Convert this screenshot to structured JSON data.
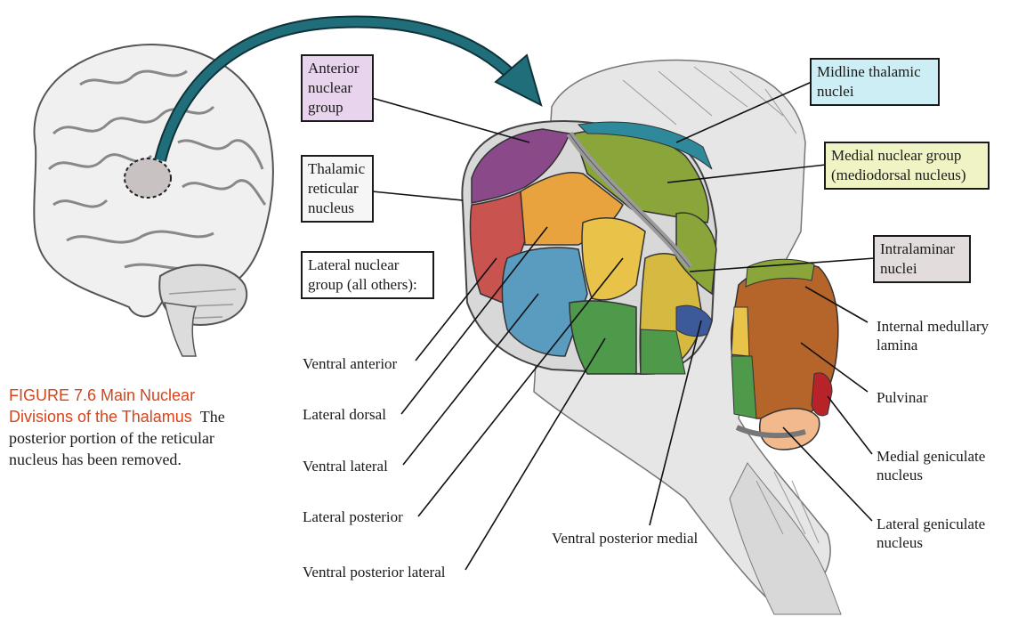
{
  "caption": {
    "title_line1": "FIGURE 7.6  Main Nuclear",
    "title_line2": "Divisions of the Thalamus",
    "text_line2": "The",
    "text_line3": "posterior portion of the reticular",
    "text_line4": "nucleus has been removed."
  },
  "boxes": {
    "anterior": {
      "lines": [
        "Anterior",
        "nuclear",
        "group"
      ],
      "color": "#e8d4ec"
    },
    "reticular": {
      "lines": [
        "Thalamic",
        "reticular",
        "nucleus"
      ],
      "color": "#f6f6f6"
    },
    "lateral_group": {
      "lines": [
        "Lateral nuclear",
        "group (all others):"
      ],
      "color": "#ffffff"
    },
    "midline": {
      "lines": [
        "Midline thalamic",
        "nuclei"
      ],
      "color": "#cdeef4"
    },
    "medial": {
      "lines": [
        "Medial nuclear group",
        "(mediodorsal nucleus)"
      ],
      "color": "#f0f3c4"
    },
    "intralaminar": {
      "lines": [
        "Intralaminar",
        "nuclei"
      ],
      "color": "#e2dcdc"
    }
  },
  "labels": {
    "ventral_anterior": "Ventral anterior",
    "lateral_dorsal": "Lateral dorsal",
    "ventral_lateral": "Ventral lateral",
    "lateral_posterior": "Lateral posterior",
    "ventral_posterior_lateral": "Ventral posterior lateral",
    "ventral_posterior_medial": "Ventral posterior medial",
    "internal_medullary_1": "Internal medullary",
    "internal_medullary_2": "lamina",
    "pulvinar": "Pulvinar",
    "medial_geniculate_1": "Medial geniculate",
    "medial_geniculate_2": "nucleus",
    "lateral_geniculate_1": "Lateral geniculate",
    "lateral_geniculate_2": "nucleus"
  },
  "colors": {
    "arrow": "#1f6e7a",
    "caption_title": "#d6451b",
    "anterior_group": "#8a4a8a",
    "ventral_anterior": "#c8534f",
    "lateral_dorsal": "#e8a33e",
    "ventral_lateral": "#5a9cc0",
    "lateral_posterior": "#e9c24a",
    "ventral_posterior_lateral": "#4e9a4a",
    "mediodorsal": "#8aa63a",
    "midline": "#2e8a9a",
    "pulvinar": "#b5652a",
    "medial_geniculate": "#b8232a",
    "lateral_geniculate": "#f2b98c"
  }
}
